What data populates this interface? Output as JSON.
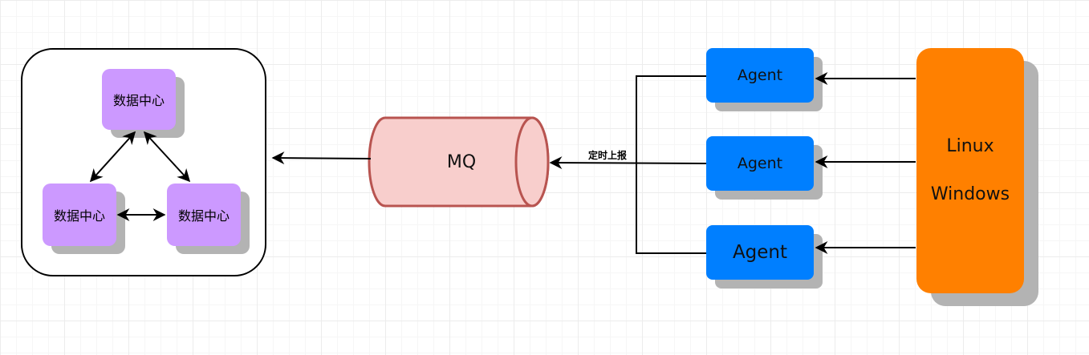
{
  "diagram": {
    "data_centers": [
      "数据中心",
      "数据中心",
      "数据中心"
    ],
    "queue_label": "MQ",
    "report_label": "定时上报",
    "agents": [
      "Agent",
      "Agent",
      "Agent"
    ],
    "os_labels": [
      "Linux",
      "Windows"
    ]
  },
  "colors": {
    "data_center_fill": "#cc99ff",
    "agent_fill": "#007fff",
    "os_fill": "#ff8000",
    "mq_fill": "#f8cecc",
    "mq_stroke": "#b85450",
    "shadow": "#b3b3b3"
  }
}
